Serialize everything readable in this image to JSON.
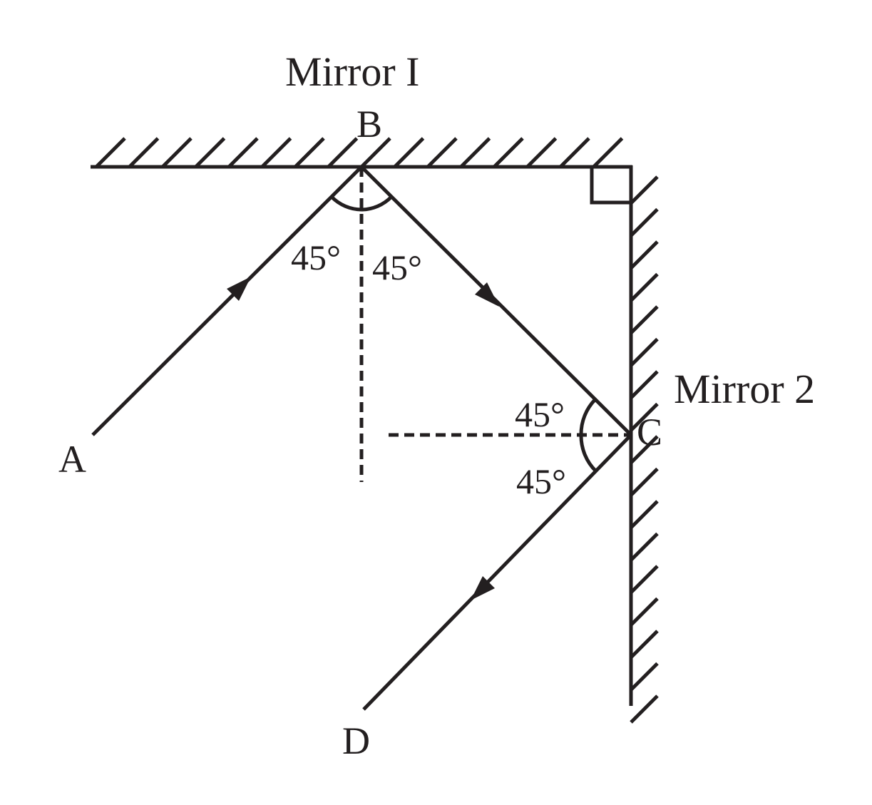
{
  "mirror1_label": "Mirror I",
  "mirror2_label": "Mirror 2",
  "points": {
    "A": "A",
    "B": "B",
    "C": "C",
    "D": "D"
  },
  "angles": {
    "b_incident": "45°",
    "b_reflected": "45°",
    "c_incident": "45°",
    "c_reflected": "45°"
  },
  "colors": {
    "ink": "#231f20",
    "background": "#ffffff"
  }
}
